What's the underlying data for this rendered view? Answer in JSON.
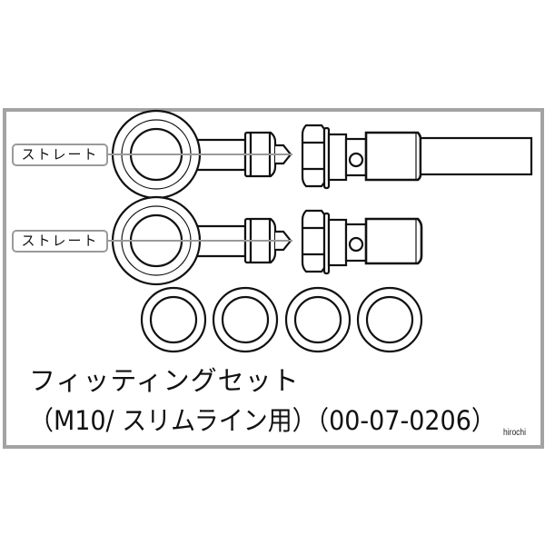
{
  "diagram": {
    "labels": [
      {
        "text": "ストレート"
      },
      {
        "text": "ストレート"
      }
    ],
    "parts": {
      "banjo_fittings": 2,
      "banjo_bolts": 2,
      "sealing_washers": 4
    },
    "caption": {
      "line1": "フィッティングセット",
      "line2": "（M10/ スリムライン用）（00-07-0206）"
    },
    "watermark": "hirochi",
    "colors": {
      "frame": "#a3a3a3",
      "line": "#111111",
      "leader": "#9a9a9a"
    }
  }
}
